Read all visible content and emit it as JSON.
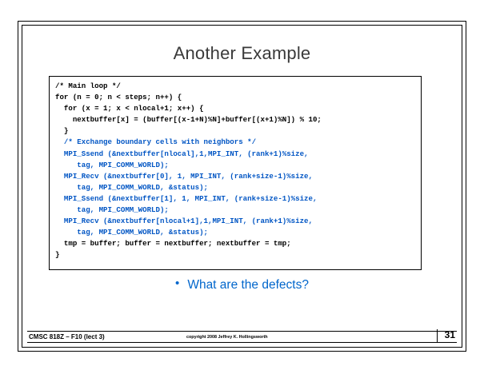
{
  "slide": {
    "title": "Another Example",
    "page_number": "31",
    "accent_color": "#0066CC",
    "code_keyword_color": "#0055C4",
    "title_color": "#3a3a3a"
  },
  "code": {
    "lines": [
      [
        {
          "text": "/* Main loop */",
          "color": "black"
        }
      ],
      [
        {
          "text": "for (n = 0; n < steps; n++) {",
          "color": "black"
        }
      ],
      [
        {
          "text": "  for (x = 1; x < nlocal+1; x++) {",
          "color": "black"
        }
      ],
      [
        {
          "text": "    nextbuffer[x] = (buffer[(x-1+N)%N]+buffer[(x+1)%N]) % 10;",
          "color": "black"
        }
      ],
      [
        {
          "text": "  }",
          "color": "black"
        }
      ],
      [
        {
          "text": "  /* Exchange boundary cells with neighbors */",
          "color": "blue"
        }
      ],
      [
        {
          "text": "  MPI_Ssend (&nextbuffer[nlocal],1,MPI_INT, (rank+1)%size,",
          "color": "blue"
        }
      ],
      [
        {
          "text": "     tag, MPI_COMM_WORLD);",
          "color": "blue"
        }
      ],
      [
        {
          "text": "  MPI_Recv (&nextbuffer[0], 1, MPI_INT, (rank+size-1)%size,",
          "color": "blue"
        }
      ],
      [
        {
          "text": "     tag, MPI_COMM_WORLD, &status);",
          "color": "blue"
        }
      ],
      [
        {
          "text": "  MPI_Ssend (&nextbuffer[1], 1, MPI_INT, (rank+size-1)%size,",
          "color": "blue"
        }
      ],
      [
        {
          "text": "     tag, MPI_COMM_WORLD);",
          "color": "blue"
        }
      ],
      [
        {
          "text": "  MPI_Recv (&nextbuffer[nlocal+1],1,MPI_INT, (rank+1)%size,",
          "color": "blue"
        }
      ],
      [
        {
          "text": "     tag, MPI_COMM_WORLD, &status);",
          "color": "blue"
        }
      ],
      [
        {
          "text": "  tmp = buffer; buffer = nextbuffer; nextbuffer = tmp;",
          "color": "black"
        }
      ],
      [
        {
          "text": "}",
          "color": "black"
        }
      ]
    ]
  },
  "bullet": {
    "marker": "•",
    "text": "What are the defects?"
  },
  "footer": {
    "left": "CMSC 818Z – F10  (lect 3)",
    "center": "copyright 2008 Jeffrey K. Hollingsworth"
  }
}
